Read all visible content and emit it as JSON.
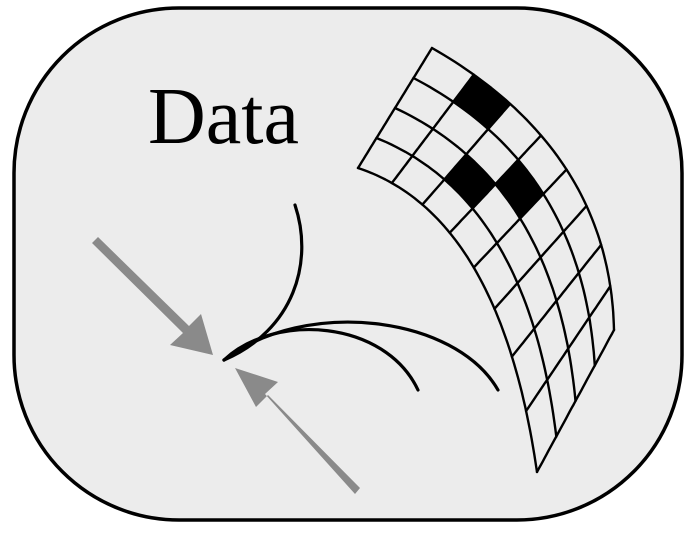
{
  "diagram": {
    "title": "Data",
    "colors": {
      "background": "#ffffff",
      "panel_fill": "#ececec",
      "panel_stroke": "#000000",
      "arrow": "#8a8a8a",
      "grid_line": "#000000",
      "grid_filled_cell": "#000000",
      "text": "#000000"
    },
    "grid": {
      "rows": 8,
      "cols": 4,
      "filled_cells": [
        [
          1,
          3
        ],
        [
          2,
          1
        ],
        [
          3,
          2
        ]
      ]
    },
    "icons": [
      "arrow-down-right-icon",
      "arrow-up-left-icon"
    ]
  }
}
